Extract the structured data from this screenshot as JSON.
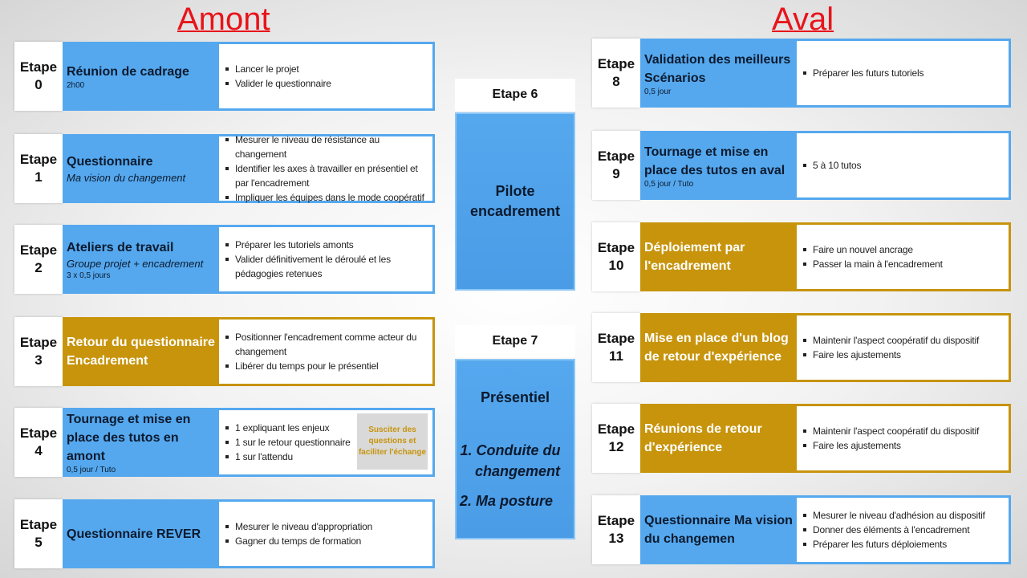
{
  "amont_title": "Amont",
  "aval_title": "Aval",
  "colors": {
    "blue": "#55a8ee",
    "gold": "#c7940c",
    "title_red": "#e8141b"
  },
  "amont": [
    {
      "etape": "Etape",
      "num": "0",
      "title": "Réunion de cadrage",
      "subtitle": "",
      "duration": "2h00",
      "color": "blue",
      "items": [
        "Lancer le projet",
        "Valider le questionnaire"
      ]
    },
    {
      "etape": "Etape",
      "num": "1",
      "title": "Questionnaire",
      "subtitle": "Ma vision du changement",
      "duration": "",
      "color": "blue",
      "items": [
        "Mesurer le niveau de résistance au changement",
        "Identifier les axes à travailler en présentiel et par l'encadrement",
        "Impliquer les équipes dans le mode coopératif"
      ]
    },
    {
      "etape": "Etape",
      "num": "2",
      "title": "Ateliers de travail",
      "subtitle": "Groupe projet + encadrement",
      "duration": "3 x 0,5 jours",
      "color": "blue",
      "items": [
        "Préparer les tutoriels amonts",
        "Valider définitivement le déroulé et les pédagogies retenues"
      ]
    },
    {
      "etape": "Etape",
      "num": "3",
      "title": "Retour du questionnaire Encadrement",
      "subtitle": "",
      "duration": "",
      "color": "gold",
      "items": [
        "Positionner l'encadrement comme acteur du changement",
        "Libérer du temps pour le présentiel"
      ]
    },
    {
      "etape": "Etape",
      "num": "4",
      "title": "Tournage et mise en place des tutos en amont",
      "subtitle": "",
      "duration": "0,5 jour / Tuto",
      "color": "blue",
      "items": [
        "1 expliquant les enjeux",
        "1 sur le retour questionnaire",
        "1 sur l'attendu"
      ],
      "note": "Susciter des questions et faciliter l'échange"
    },
    {
      "etape": "Etape",
      "num": "5",
      "title": "Questionnaire REVER",
      "subtitle": "",
      "duration": "",
      "color": "blue",
      "items": [
        "Mesurer le niveau d'appropriation",
        "Gagner du temps de formation"
      ]
    }
  ],
  "aval": [
    {
      "etape": "Etape",
      "num": "8",
      "title": "Validation des meilleurs Scénarios",
      "subtitle": "",
      "duration": "0,5 jour",
      "color": "blue",
      "items": [
        "Préparer les futurs tutoriels"
      ]
    },
    {
      "etape": "Etape",
      "num": "9",
      "title": "Tournage et mise en place des tutos en aval",
      "subtitle": "",
      "duration": "0,5 jour / Tuto",
      "color": "blue",
      "items": [
        "5 à 10 tutos"
      ]
    },
    {
      "etape": "Etape",
      "num": "10",
      "title": "Déploiement par l'encadrement",
      "subtitle": "",
      "duration": "",
      "color": "gold",
      "items": [
        "Faire un nouvel ancrage",
        "Passer la main à l'encadrement"
      ]
    },
    {
      "etape": "Etape",
      "num": "11",
      "title": "Mise en place d'un blog de retour d'expérience",
      "subtitle": "",
      "duration": "",
      "color": "gold",
      "items": [
        "Maintenir l'aspect coopératif du dispositif",
        "Faire les ajustements"
      ]
    },
    {
      "etape": "Etape",
      "num": "12",
      "title": "Réunions de retour d'expérience",
      "subtitle": "",
      "duration": "",
      "color": "gold",
      "items": [
        "Maintenir l'aspect coopératif du dispositif",
        "Faire les ajustements"
      ]
    },
    {
      "etape": "Etape",
      "num": "13",
      "title": "Questionnaire Ma vision du changemen",
      "subtitle": "",
      "duration": "",
      "color": "blue",
      "items": [
        "Mesurer le niveau d'adhésion au dispositif",
        "Donner des éléments à l'encadrement",
        "Préparer les futurs déploiements"
      ]
    }
  ],
  "etape6": {
    "label": "Etape 6",
    "text": "Pilote encadrement"
  },
  "etape7": {
    "label": "Etape 7",
    "title": "Présentiel",
    "item1": "1. Conduite du changement",
    "item2": "2. Ma posture"
  }
}
